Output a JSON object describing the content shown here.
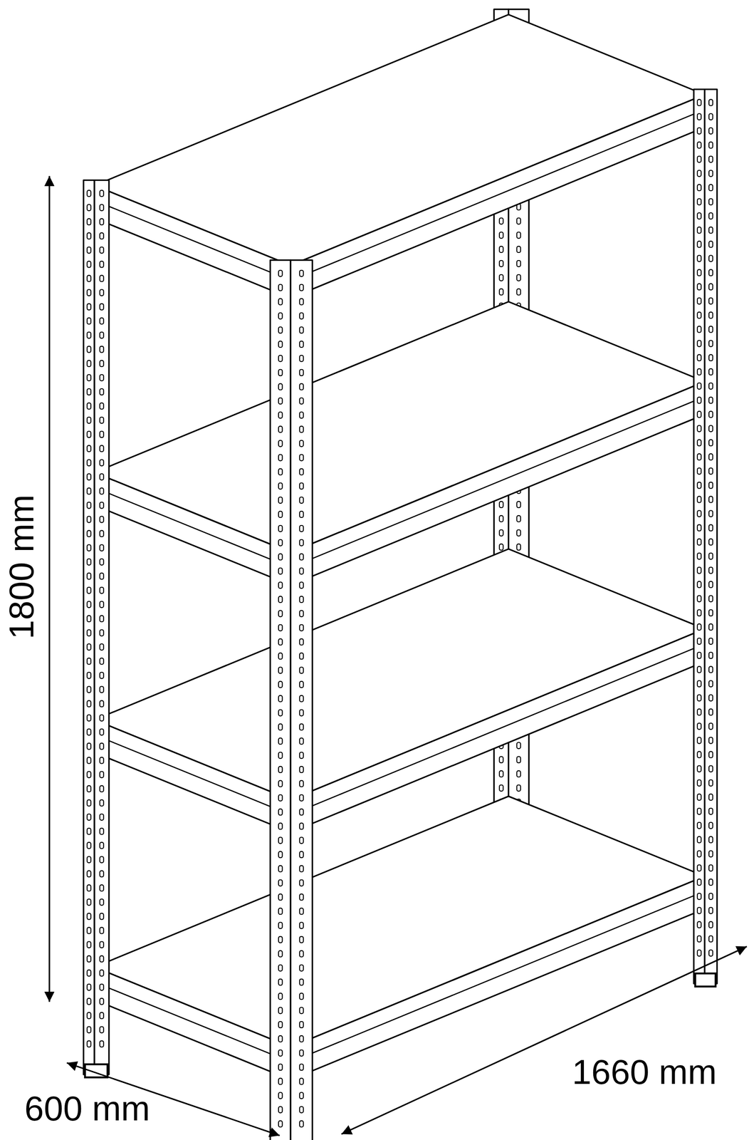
{
  "diagram": {
    "labels": [
      "1800 mm",
      "600 mm",
      "1660 mm"
    ]
  }
}
